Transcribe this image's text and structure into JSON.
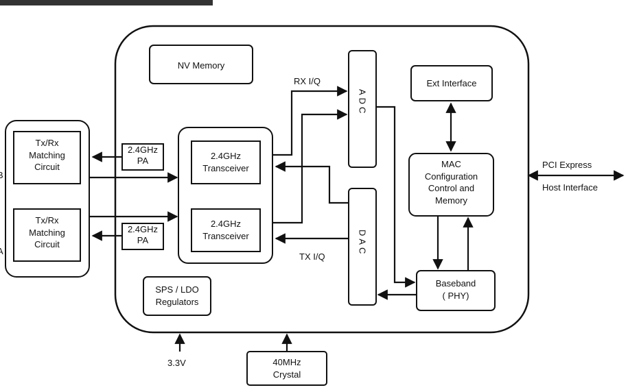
{
  "header": {
    "partial_title": ""
  },
  "blocks": {
    "nv_memory": "NV Memory",
    "tx_rx_1": [
      "Tx/Rx",
      "Matching",
      "Circuit"
    ],
    "tx_rx_2": [
      "Tx/Rx",
      "Matching",
      "Circuit"
    ],
    "pa_1": [
      "2.4GHz",
      "PA"
    ],
    "pa_2": [
      "2.4GHz",
      "PA"
    ],
    "transceiver_1": [
      "2.4GHz",
      "Transceiver"
    ],
    "transceiver_2": [
      "2.4GHz",
      "Transceiver"
    ],
    "adc": "ADC",
    "dac": "DAC",
    "ext_interface": "Ext Interface",
    "mac": [
      "MAC",
      "Configuration",
      "Control and",
      "Memory"
    ],
    "baseband": [
      "Baseband",
      "( PHY)"
    ],
    "sps_ldo": [
      "SPS / LDO",
      "Regulators"
    ],
    "crystal": [
      "40MHz",
      "Crystal"
    ]
  },
  "signals": {
    "rx_iq": "RX I/Q",
    "tx_iq": "TX I/Q",
    "voltage": "3.3V",
    "pci_express": "PCI Express",
    "host_interface": "Host Interface",
    "edge_b": "B",
    "edge_a": "A"
  }
}
